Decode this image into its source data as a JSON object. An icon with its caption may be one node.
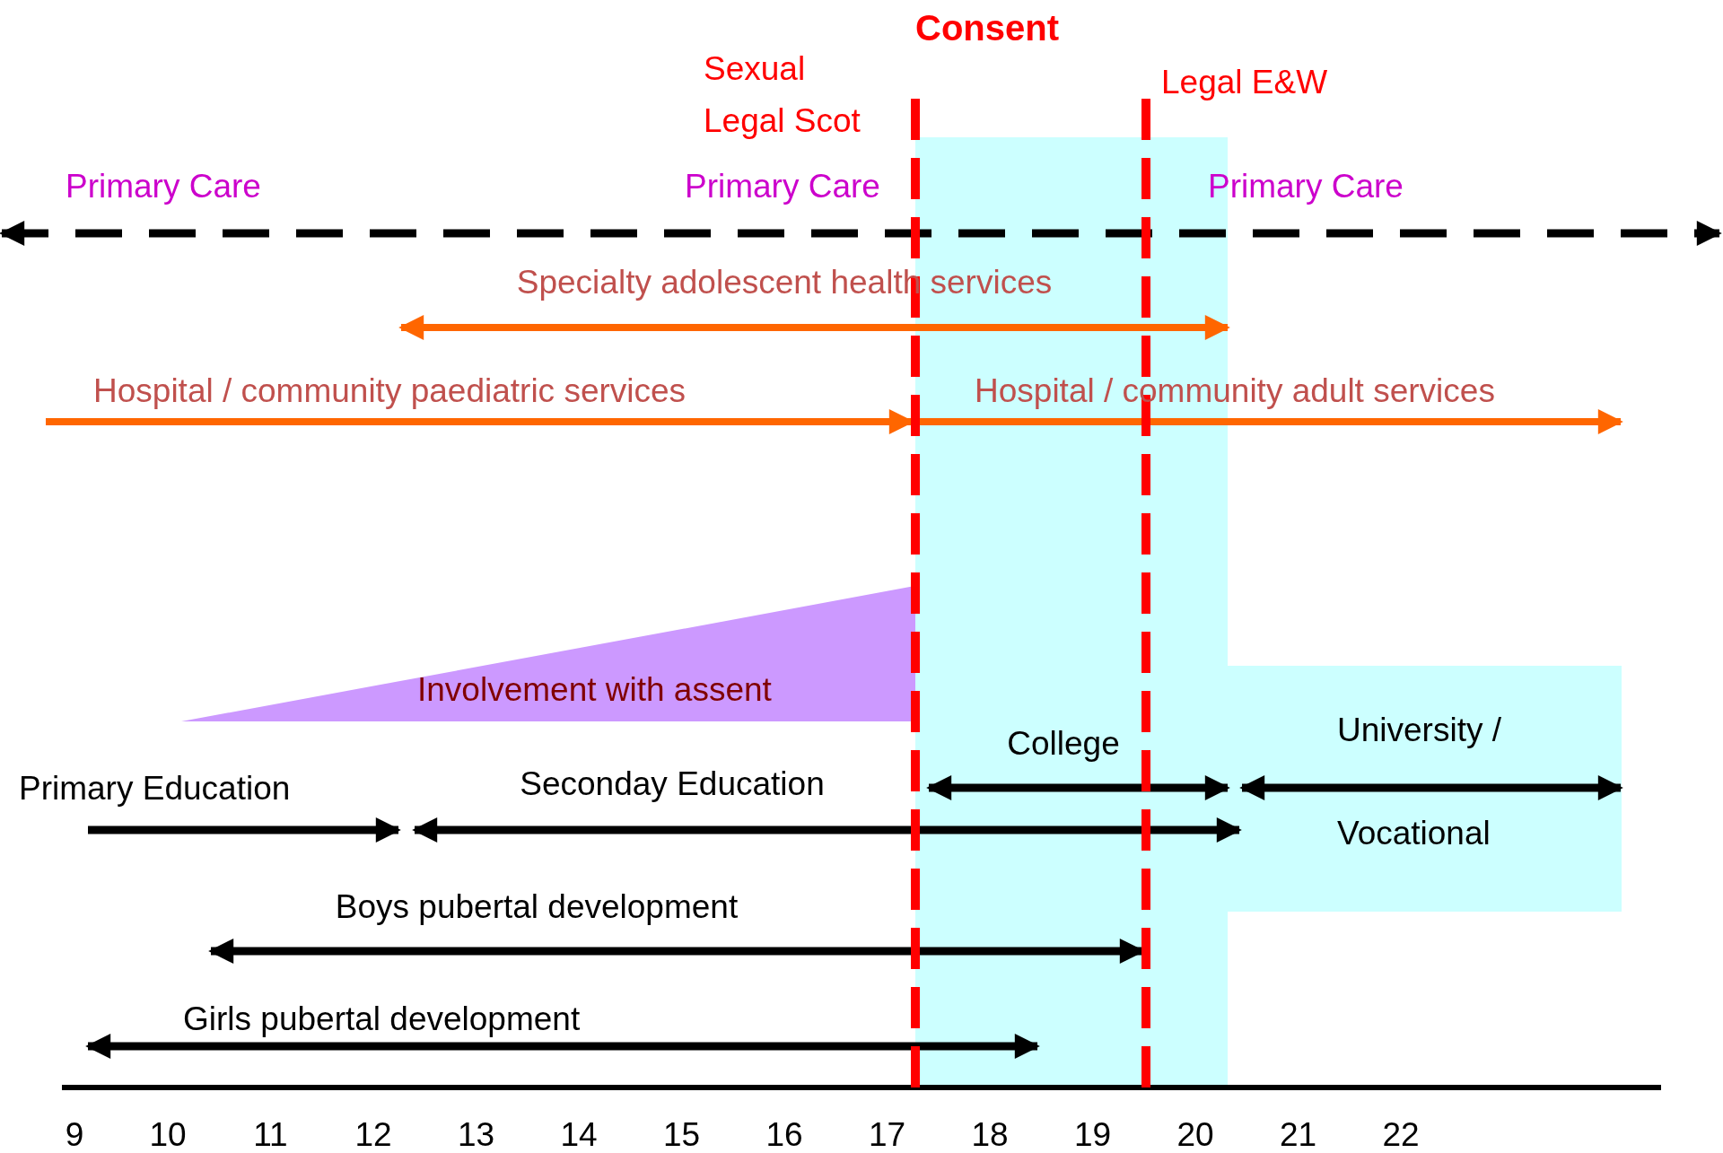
{
  "diagram": {
    "labels": [
      "Consent",
      "Sexual",
      "Legal E&W",
      "Legal Scot",
      "Primary Care",
      "Primary Care",
      "Primary Care",
      "Specialty adolescent health services",
      "Hospital / community paediatric services",
      "Hospital / community adult services",
      "Involvement with assent",
      "University /",
      "College",
      "Primary Education",
      "Seconday Education",
      "Vocational",
      "Boys pubertal development",
      "Girls pubertal development",
      "9",
      "10",
      "11",
      "12",
      "13",
      "14",
      "15",
      "16",
      "17",
      "18",
      "19",
      "20",
      "21",
      "22"
    ]
  }
}
